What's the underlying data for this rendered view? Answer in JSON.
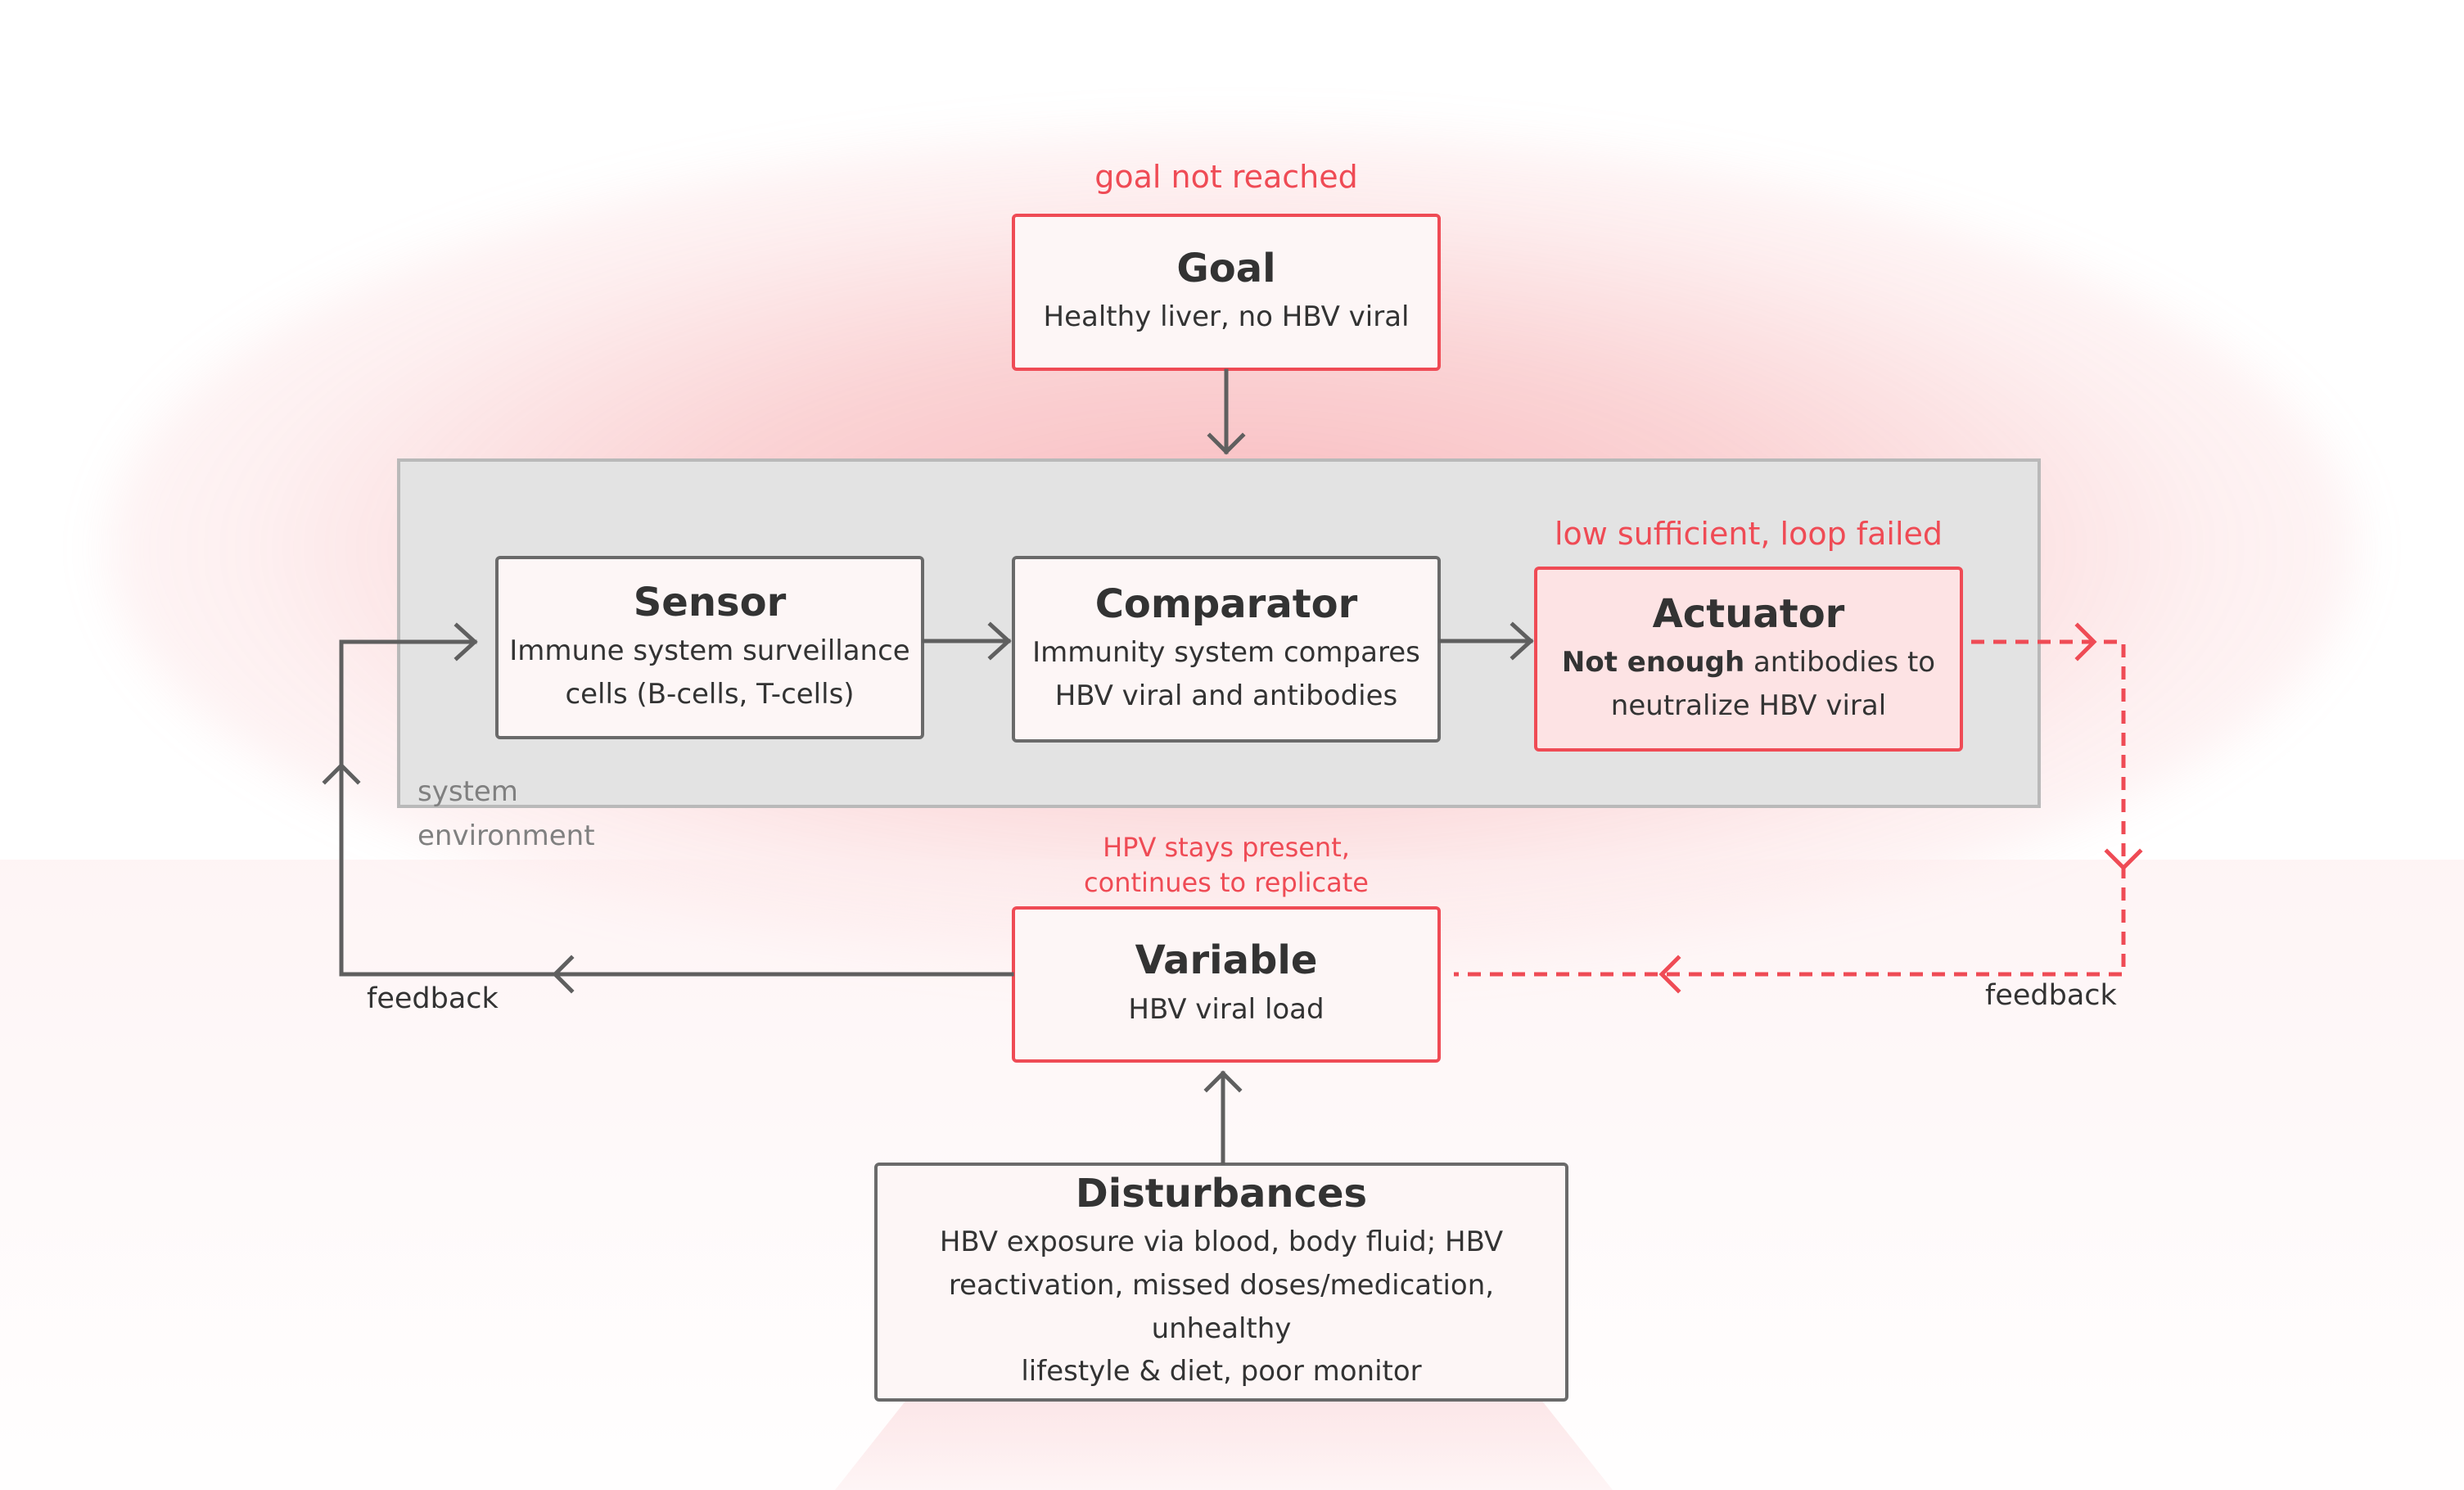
{
  "diagram": {
    "goal": {
      "note": "goal not reached",
      "title": "Goal",
      "desc": "Healthy liver, no HBV viral"
    },
    "environment": {
      "label_line1": "system",
      "label_line2": "environment"
    },
    "sensor": {
      "title": "Sensor",
      "desc_line1": "Immune system surveillance",
      "desc_line2": "cells (B-cells, T-cells)"
    },
    "comparator": {
      "title": "Comparator",
      "desc_line1": "Immunity system compares",
      "desc_line2": "HBV viral and antibodies"
    },
    "actuator": {
      "note": "low sufficient, loop failed",
      "title": "Actuator",
      "desc_bold": "Not enough",
      "desc_rest": " antibodies to",
      "desc_line2": "neutralize HBV viral"
    },
    "variable": {
      "note_line1": "HPV stays present,",
      "note_line2": "continues to replicate",
      "title": "Variable",
      "desc": "HBV viral load"
    },
    "disturbances": {
      "title": "Disturbances",
      "desc_line1": "HBV exposure via blood, body fluid; HBV",
      "desc_line2": "reactivation, missed doses/medication, unhealthy",
      "desc_line3": "lifestyle & diet, poor monitor"
    },
    "feedback_left": "feedback",
    "feedback_right": "feedback",
    "colors": {
      "alert": "#ef4b55",
      "box_border": "#6a6a6a",
      "environment_fill": "#e3e3e3",
      "text": "#333333"
    }
  }
}
